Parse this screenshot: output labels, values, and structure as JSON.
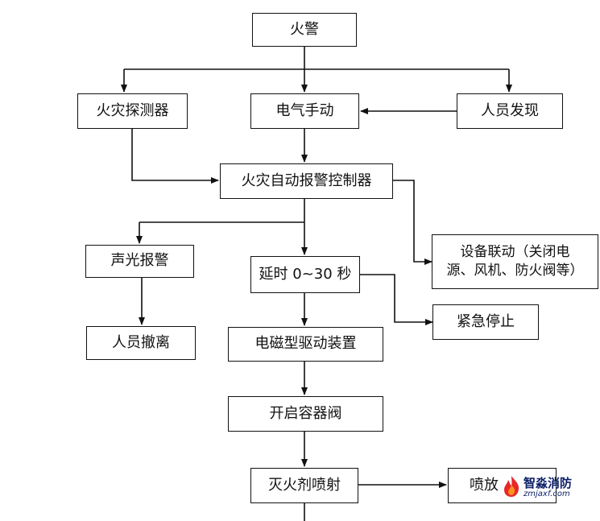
{
  "nodes": {
    "fire_alarm": "火警",
    "fire_detector": "火灾探测器",
    "manual_electric": "电气手动",
    "person_discovery": "人员发现",
    "controller": "火灾自动报警控制器",
    "sound_light": "声光报警",
    "delay": "延时 0~30 秒",
    "linkage_line1": "设备联动（关闭电",
    "linkage_line2": "源、风机、防火阀等）",
    "evacuate": "人员撤离",
    "driver": "电磁型驱动装置",
    "emergency_stop": "紧急停止",
    "open_valve": "开启容器阀",
    "spray_agent": "灭火剂喷射",
    "discharge": "喷放"
  },
  "watermark": {
    "brand": "智淼消防",
    "site": "zmjaxf.com"
  },
  "colors": {
    "line": "#111111",
    "watermark_text": "#0b1f66",
    "logo_red": "#e8262b",
    "logo_orange": "#f7941d"
  }
}
